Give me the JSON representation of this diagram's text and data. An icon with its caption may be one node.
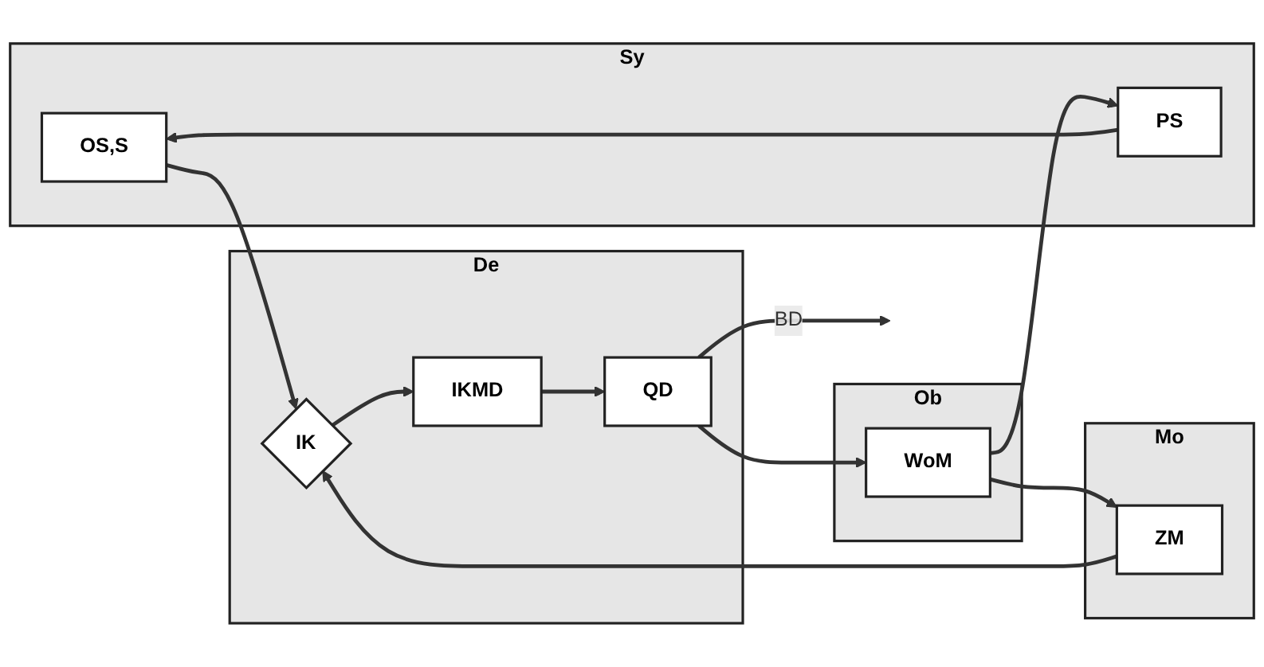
{
  "diagram": {
    "nodes": [
      {
        "text": [
          "Sy"
        ]
      },
      {
        "text": [
          "OS,S"
        ],
        "in": 0
      },
      {
        "text": [
          "PS"
        ],
        "in": 0
      },
      {
        "text": [
          "De"
        ]
      },
      {
        "text": [
          "QD"
        ],
        "in": 3
      },
      {
        "text": [
          "IKMD"
        ],
        "in": 3
      },
      {
        "text": [
          "IK"
        ],
        "in": 3
      },
      {
        "text": [
          "Mo"
        ]
      },
      {
        "text": [
          "ZM"
        ],
        "in": 7
      },
      {
        "text": [
          "Ob"
        ]
      },
      {
        "text": [
          "WoM"
        ],
        "in": 9
      }
    ],
    "edges": [
      {
        "from": 2,
        "to": 1,
        "arrow": "to"
      },
      {
        "from": 1,
        "to": 6,
        "arrow": "to"
      },
      {
        "from": 6,
        "to": 5,
        "arrow": "to"
      },
      {
        "from": 5,
        "to": 4,
        "arrow": "to"
      },
      {
        "from": 4,
        "to": null,
        "arrow": "to",
        "label": "BD"
      },
      {
        "from": 8,
        "to": 6,
        "arrow": "to"
      },
      {
        "from": 10,
        "to": 8,
        "arrow": "to"
      },
      {
        "from": 10,
        "to": 2,
        "arrow": "to"
      },
      {
        "from": 4,
        "to": 10,
        "arrow": "to"
      }
    ]
  }
}
